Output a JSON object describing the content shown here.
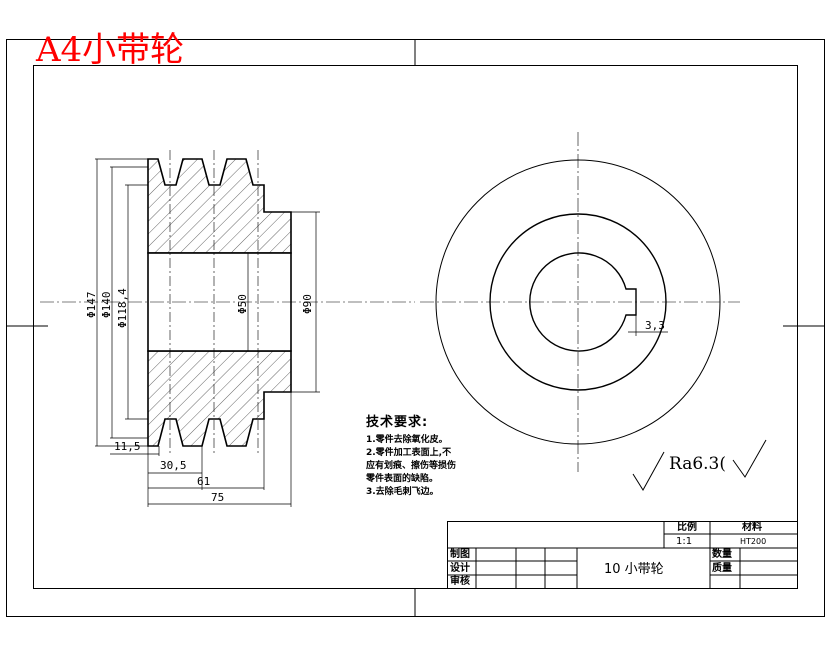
{
  "sheet_title": "A4小带轮",
  "dimensions": {
    "d147": "Φ147",
    "d140": "Φ140",
    "d118": "Φ118,4",
    "d50": "Φ50",
    "d90": "Φ90",
    "w11": "11,5",
    "w30": "30,5",
    "w61": "61",
    "w75": "75",
    "key": "3,3"
  },
  "tech_requirements": {
    "title": "技术要求:",
    "items": [
      "1.零件去除氧化皮。",
      "2.零件加工表面上,不",
      "应有划痕、擦伤等损伤",
      "零件表面的缺陷。",
      "3.去除毛刺飞边。"
    ]
  },
  "roughness": "Ra6.3(",
  "title_block": {
    "scale_label": "比例",
    "scale_value": "1:1",
    "material_label": "材料",
    "material_value": "HT200",
    "drawn": "制图",
    "designed": "设计",
    "checked": "审核",
    "part_name": "10 小带轮",
    "quantity": "数量",
    "weight": "质量"
  }
}
